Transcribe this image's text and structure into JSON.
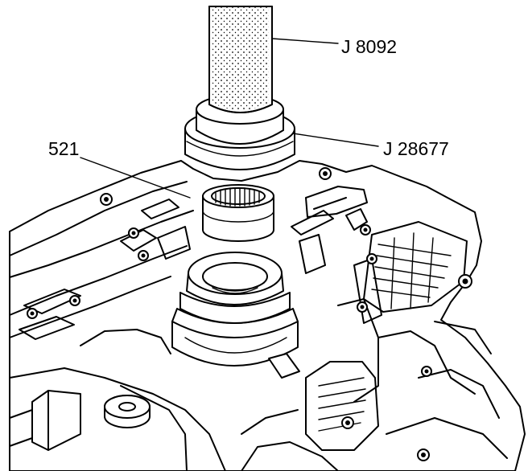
{
  "labels": {
    "tool_handle": "J 8092",
    "tool_installer": "J 28677",
    "part_bearing": "521"
  }
}
